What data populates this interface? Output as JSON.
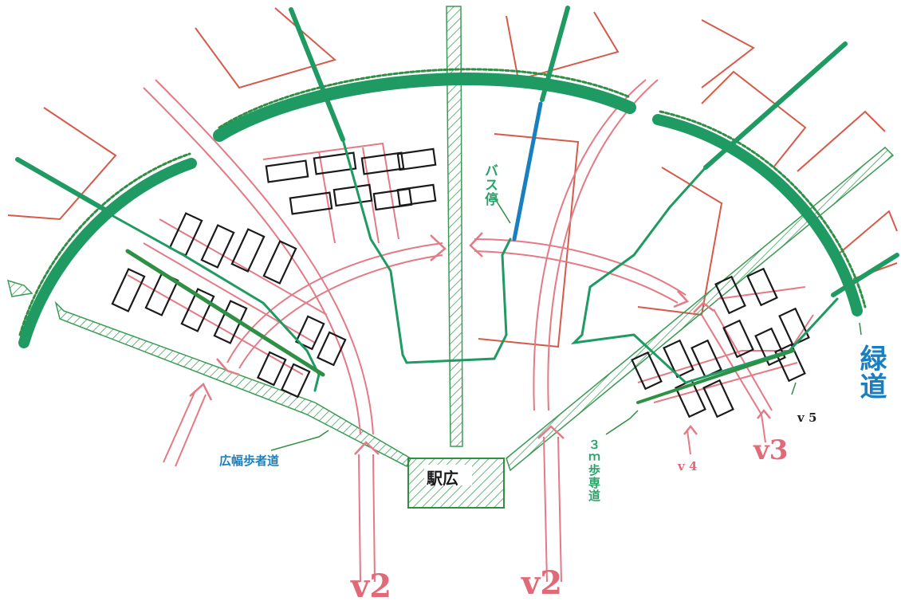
{
  "labels": {
    "station_plaza": "駅広",
    "bus_stop": "バス停",
    "wide_sidewalk": "広幅歩者道",
    "sidewalk_3m": "３ｍ歩専道",
    "greenway": "緑道",
    "v2_left": "v2",
    "v2_right": "v2",
    "v3": "v3",
    "v4": "v 4",
    "v5": "v 5"
  },
  "colors": {
    "green": "#1f9a62",
    "dark_green": "#2f8f45",
    "pink": "#e37a86",
    "pink_fill": "#fbe3e6",
    "red": "#d65a4a",
    "blue": "#1a7fbf",
    "black": "#1a1a1a",
    "rail_green": "#3a9a55"
  }
}
